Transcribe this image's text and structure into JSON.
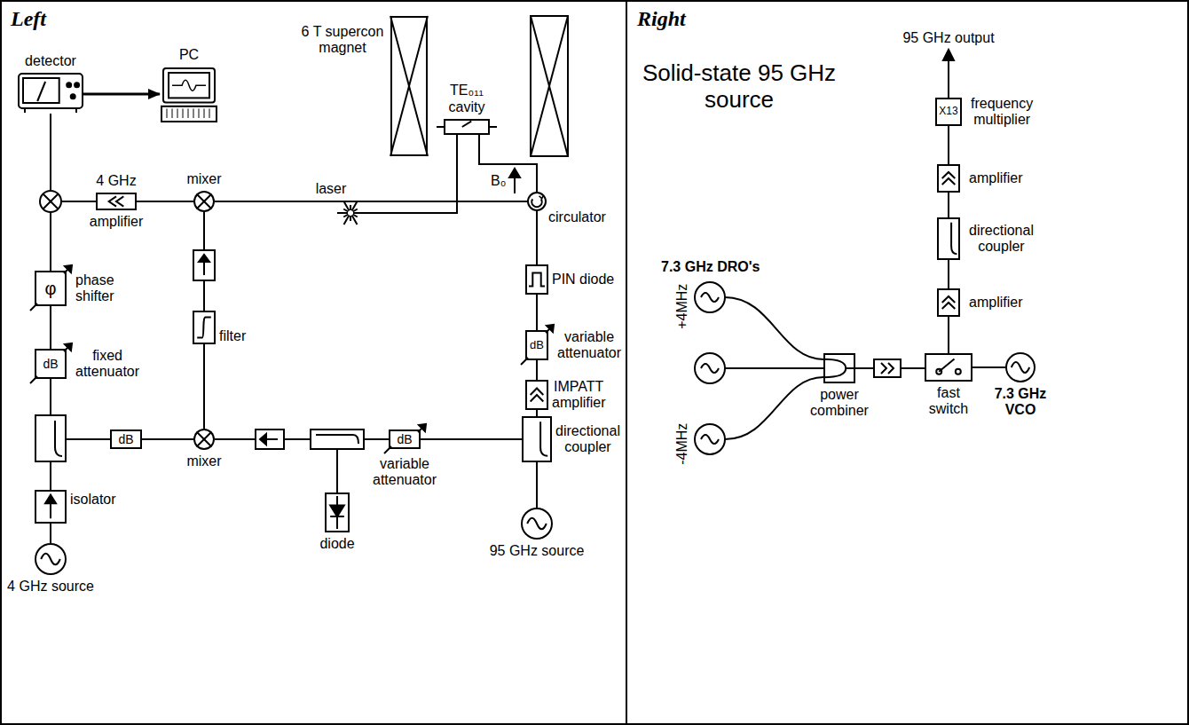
{
  "diagram": {
    "nodes": [
      {
        "text": [
          "PC"
        ]
      },
      {
        "text": [
          "detector"
        ]
      },
      {
        "text": [
          "4 GHz",
          "amplifier"
        ]
      },
      {
        "text": [
          "mixer"
        ]
      },
      {
        "text": [
          "6 T supercon magnet"
        ]
      },
      {
        "text": [
          "TE₀₁₁ cavity"
        ]
      },
      {
        "text": [
          "laser"
        ]
      },
      {
        "text": [
          "circulator"
        ]
      },
      {
        "text": [
          "φ",
          "phase shifter"
        ]
      },
      {
        "text": [
          "filter"
        ]
      },
      {
        "text": [
          "PIN diode"
        ]
      },
      {
        "text": [
          "dB",
          "variable attenuator"
        ]
      },
      {
        "text": [
          "IMPATT amplifier"
        ]
      },
      {
        "text": [
          "dB",
          "fixed attenuator"
        ]
      },
      {
        "text": [
          "dB"
        ]
      },
      {
        "text": [
          "mixer"
        ]
      },
      {
        "text": [
          "dB",
          "variable attenuator"
        ]
      },
      {
        "text": [
          "diode"
        ]
      },
      {
        "text": [
          "directional coupler"
        ]
      },
      {
        "text": [
          "isolator"
        ]
      },
      {
        "text": [
          "95 GHz source"
        ]
      },
      {
        "text": [
          "4 GHz source"
        ]
      },
      {
        "text": [
          "X13",
          "frequency multiplier"
        ]
      },
      {
        "text": [
          "amplifier"
        ]
      },
      {
        "text": [
          "directional coupler"
        ]
      },
      {
        "text": [
          "amplifier"
        ]
      },
      {
        "text": [
          "fast switch"
        ]
      },
      {
        "text": [
          "7.3 GHz VCO"
        ]
      },
      {
        "text": [
          "power combiner"
        ]
      }
    ],
    "edges": [
      {
        "from": 1,
        "to": 0,
        "arrow": "to"
      },
      {
        "from": 2,
        "to": 3,
        "arrow": "none"
      },
      {
        "from": 3,
        "to": 7,
        "arrow": "none"
      },
      {
        "from": 7,
        "to": 5,
        "arrow": "none"
      },
      {
        "from": 6,
        "to": 5,
        "arrow": "none"
      },
      {
        "from": 7,
        "to": 10,
        "arrow": "none"
      },
      {
        "from": 10,
        "to": 11,
        "arrow": "none"
      },
      {
        "from": 11,
        "to": 12,
        "arrow": "none"
      },
      {
        "from": 12,
        "to": 18,
        "arrow": "none"
      },
      {
        "from": 20,
        "to": 18,
        "arrow": "none"
      },
      {
        "from": 8,
        "to": 13,
        "arrow": "none"
      },
      {
        "from": 21,
        "to": 19,
        "arrow": "none"
      },
      {
        "from": 9,
        "to": 15,
        "arrow": "none"
      },
      {
        "from": 15,
        "to": 14,
        "arrow": "none"
      },
      {
        "from": 18,
        "to": 16,
        "arrow": "none"
      },
      {
        "from": 27,
        "to": 26,
        "arrow": "none"
      },
      {
        "from": 26,
        "to": 25,
        "arrow": "none"
      },
      {
        "from": 25,
        "to": 24,
        "arrow": "none"
      },
      {
        "from": 24,
        "to": 23,
        "arrow": "none"
      },
      {
        "from": 23,
        "to": 22,
        "arrow": "none"
      }
    ],
    "labels": [
      "Left",
      "Right",
      "B₀",
      "Solid-state 95 GHz source",
      "95 GHz output",
      "7.3 GHz DRO's",
      "+4MHz",
      "-4MHz"
    ]
  }
}
